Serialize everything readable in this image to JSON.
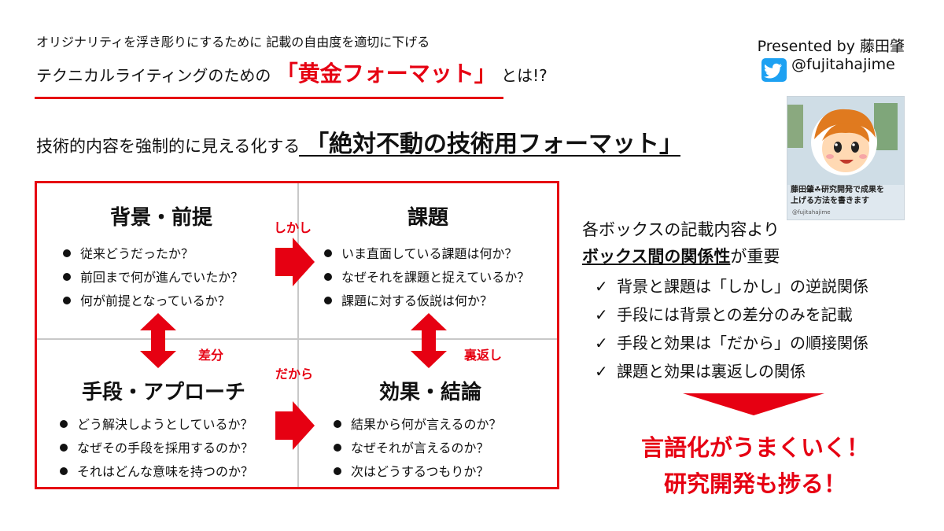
{
  "header": {
    "subtitle": "オリジナリティを浮き彫りにするために  記載の自由度を適切に下げる",
    "title_pre": "テクニカルライティングのための",
    "title_highlight": "「黄金フォーマット」",
    "title_post": "とは!?",
    "tagline_pre": "技術的内容を強制的に見える化する",
    "tagline_big": "「絶対不動の技術用フォーマット」"
  },
  "presenter": {
    "label": "Presented by 藤田肇",
    "handle": "@fujitahajime",
    "avatar_caption_1": "藤田肇☘研究開発で成果を",
    "avatar_caption_2": "上げる方法を書きます",
    "avatar_handle": "@fujitahajime"
  },
  "grid": {
    "background": {
      "title": "背景・前提",
      "items": [
        "従来どうだったか？",
        "前回まで何が進んでいたか？",
        "何が前提となっているか？"
      ]
    },
    "problem": {
      "title": "課題",
      "items": [
        "いま直面している課題は何か？",
        "なぜそれを課題と捉えているか？",
        "課題に対する仮説は何か？"
      ]
    },
    "approach": {
      "title": "手段・アプローチ",
      "items": [
        "どう解決しようとしているか？",
        "なぜその手段を採用するのか？",
        "それはどんな意味を持つのか？"
      ]
    },
    "result": {
      "title": "効果・結論",
      "items": [
        "結果から何が言えるのか？",
        "なぜそれが言えるのか？",
        "次はどうするつもりか？"
      ]
    },
    "arrows": {
      "however": "しかし",
      "difference": "差分",
      "therefore": "だから",
      "reverse": "裏返し"
    }
  },
  "right": {
    "intro": "各ボックスの記載内容より",
    "emph_bold": "ボックス間の関係性",
    "emph_rest": "が重要",
    "check_mark": "✓",
    "checks": [
      "背景と課題は「しかし」の逆説関係",
      "手段には背景との差分のみを記載",
      "手段と効果は「だから」の順接関係",
      "課題と効果は裏返しの関係"
    ],
    "result_1": "言語化がうまくいく！",
    "result_2": "研究開発も捗る！"
  },
  "colors": {
    "accent": "#e60012",
    "twitter": "#1da1f2"
  },
  "icons": [
    "twitter-icon",
    "avatar-illustration",
    "check-icon",
    "right-arrow-icon",
    "double-arrow-icon",
    "down-arrow-icon",
    "bullet-dot-icon"
  ]
}
